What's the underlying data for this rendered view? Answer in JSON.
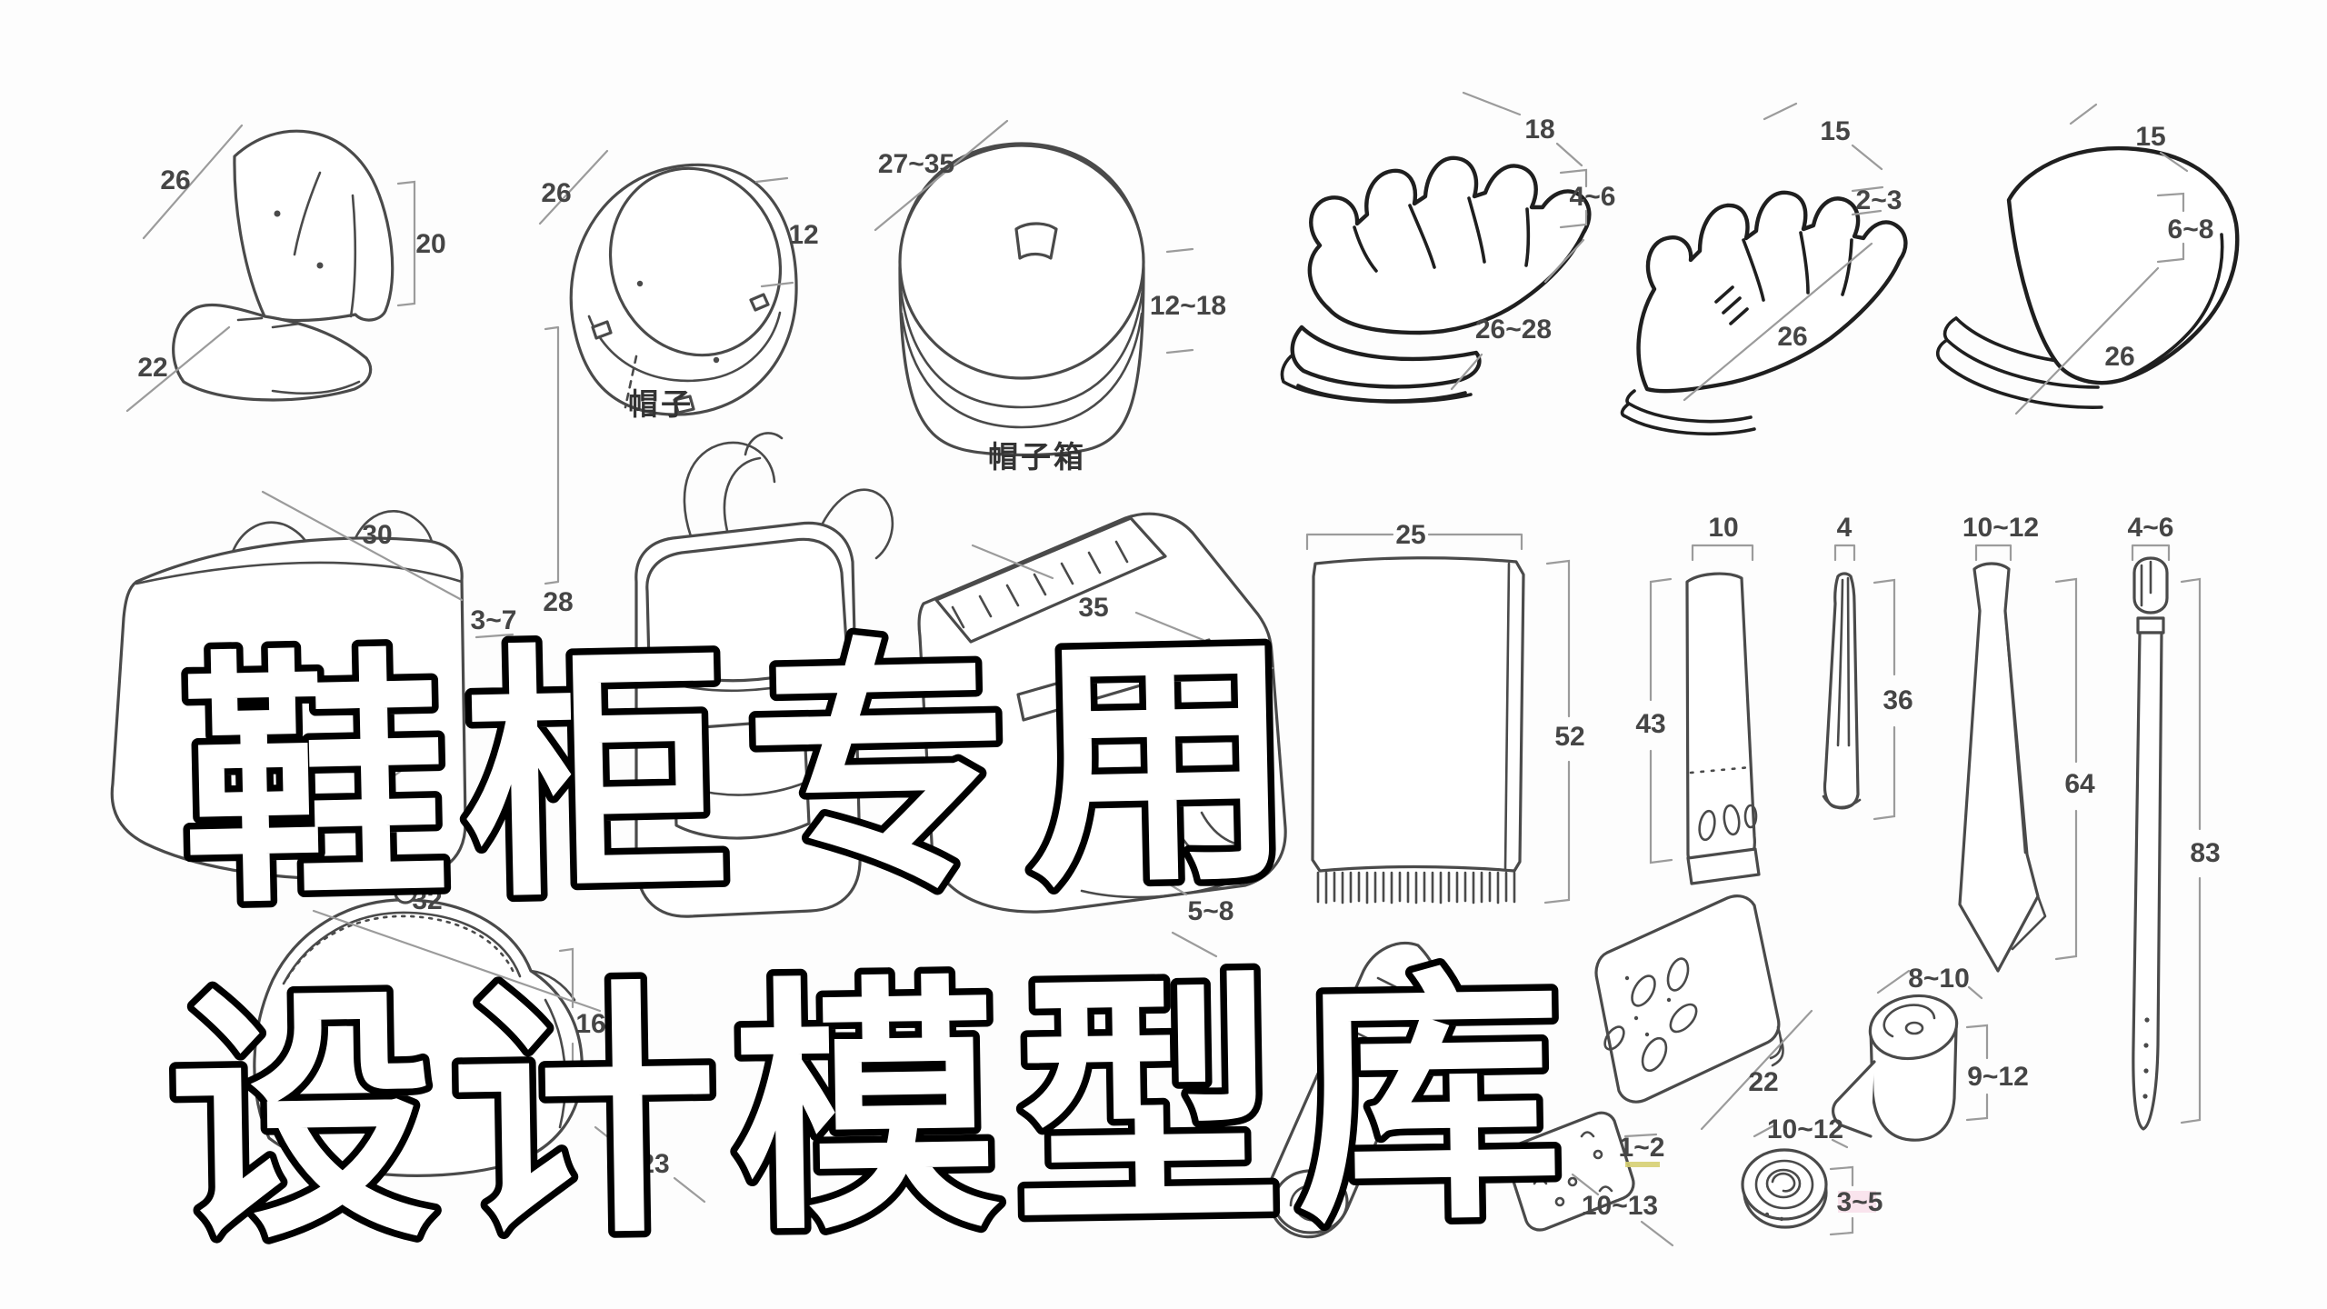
{
  "title": {
    "line1": "鞋柜专用",
    "line2": "设计模型库"
  },
  "captions": {
    "hat": "帽子",
    "hat_box": "帽子箱"
  },
  "dims": {
    "cap_front": "26",
    "cap_height": "20",
    "cap_brim": "22",
    "bucket_width": "26",
    "bucket_height": "12",
    "hatbox_width": "27~35",
    "hatbox_height": "12~18",
    "glove1_width": "18",
    "glove1_cuff": "4~6",
    "glove1_length": "26~28",
    "glove2_width": "15",
    "glove2_cuff": "2~3",
    "glove2_length": "26",
    "mitten_width": "15",
    "mitten_cuff": "6~8",
    "mitten_length": "26",
    "tote_top": "30",
    "tote_gusset": "3~7",
    "tote_height": "30",
    "backpack_height": "28",
    "jacket_width": "35",
    "jacket_stack": "5~8",
    "scarf_width": "25",
    "scarf_length": "52",
    "muffler_width": "10",
    "muffler_length": "43",
    "stole_width": "4",
    "stole_length": "36",
    "tie_width": "10~12",
    "tie_length": "64",
    "belt_width": "4~6",
    "belt_length": "83",
    "square_width": "22",
    "square2_stack": "1~2",
    "square2_width": "10~13",
    "roll_width": "8~10",
    "roll_height": "9~12",
    "coil_width": "10~12",
    "coil_height": "3~5",
    "clutch_width": "32",
    "clutch_height": "16",
    "clutch_depth": "23"
  },
  "colors": {
    "ink": "#1f1f1f",
    "line": "#4a4a4a",
    "dim_line": "#9b9b9b",
    "dim_text": "#454545",
    "highlight_yellow": "#d6cf72",
    "highlight_pink": "#f5cfe0",
    "background": "#fdfdfd"
  }
}
